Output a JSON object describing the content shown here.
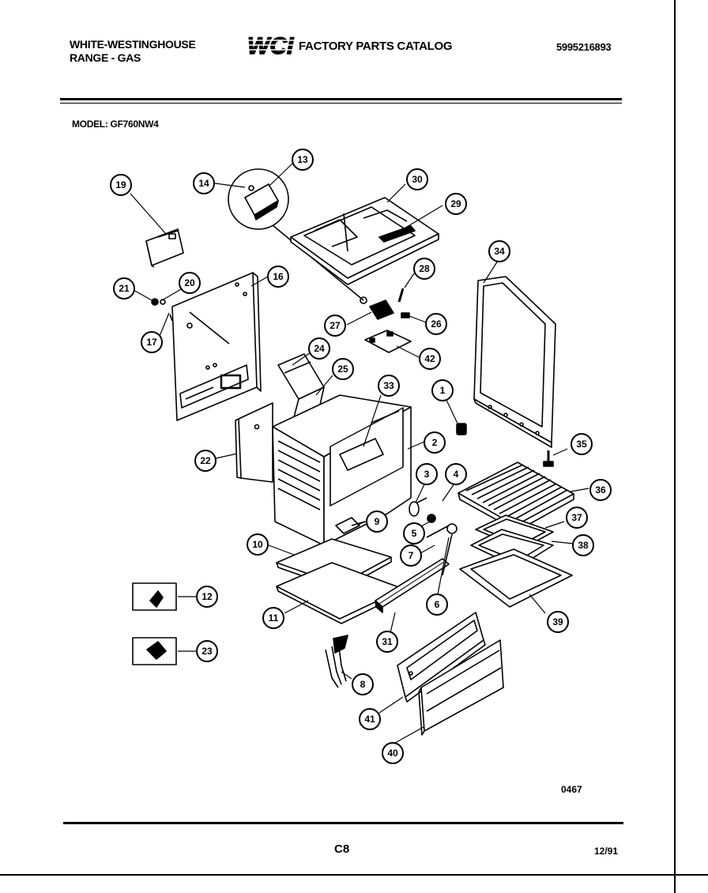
{
  "header": {
    "brand_line1": "WHITE-WESTINGHOUSE",
    "brand_line2": "RANGE - GAS",
    "logo_text": "WCI",
    "catalog_title": "FACTORY PARTS CATALOG",
    "part_number": "5995216893"
  },
  "model_label": "MODEL: GF760NW4",
  "footer": {
    "code": "0467",
    "page": "C8",
    "date": "12/91"
  },
  "callouts": [
    "1",
    "2",
    "3",
    "4",
    "5",
    "6",
    "7",
    "8",
    "9",
    "10",
    "11",
    "12",
    "13",
    "14",
    "16",
    "17",
    "19",
    "20",
    "21",
    "22",
    "23",
    "24",
    "25",
    "26",
    "27",
    "28",
    "29",
    "30",
    "31",
    "33",
    "34",
    "35",
    "36",
    "37",
    "38",
    "39",
    "40",
    "41",
    "42"
  ]
}
